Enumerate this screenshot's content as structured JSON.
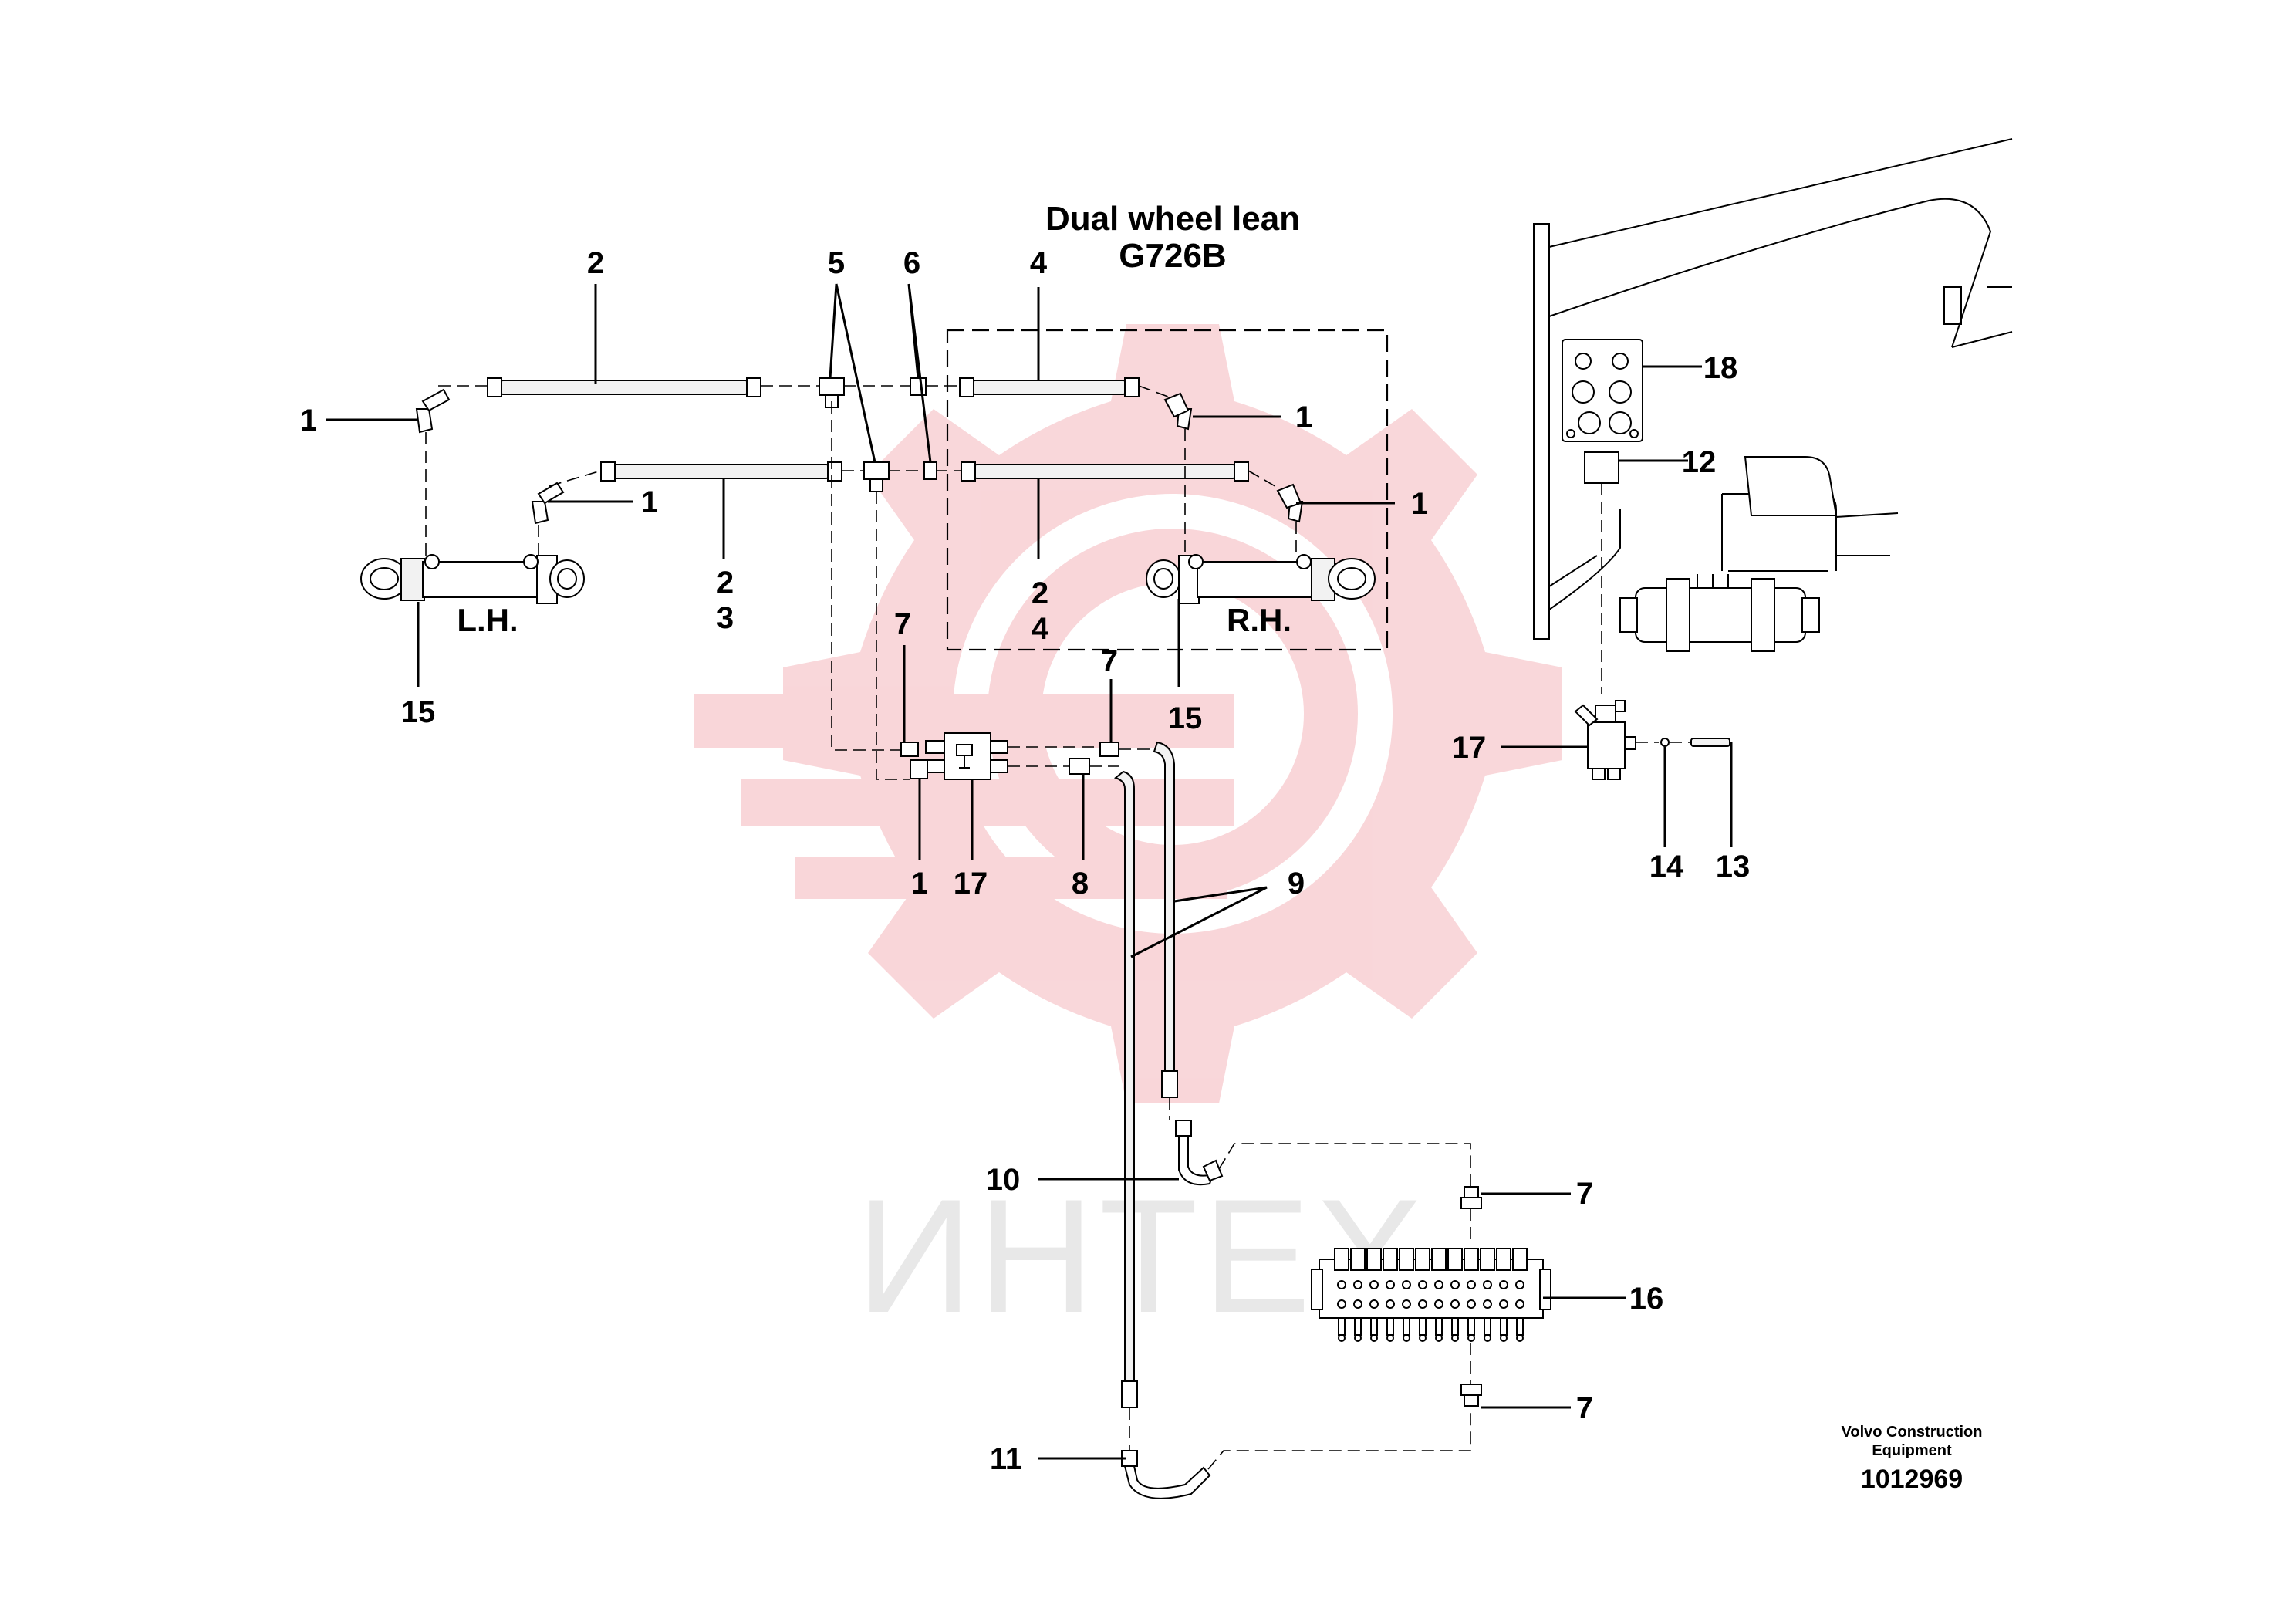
{
  "title": {
    "line1": "Dual wheel lean",
    "line2": "G726B"
  },
  "sides": {
    "left": "L.H.",
    "right": "R.H."
  },
  "callouts": {
    "c_2_top": "2",
    "c_5": "5",
    "c_6": "6",
    "c_4_top": "4",
    "c_1_left": "1",
    "c_1_mid": "1",
    "c_1_right_top": "1",
    "c_1_right_bot": "1",
    "c_2_mid": "2",
    "c_3": "3",
    "c_2_right": "2",
    "c_4_right": "4",
    "c_15_left": "15",
    "c_15_right": "15",
    "c_7_a": "7",
    "c_7_b": "7",
    "c_1_bottom": "1",
    "c_17_mid": "17",
    "c_8": "8",
    "c_9": "9",
    "c_18": "18",
    "c_12": "12",
    "c_17_right": "17",
    "c_14": "14",
    "c_13": "13",
    "c_10": "10",
    "c_7_c": "7",
    "c_16": "16",
    "c_7_d": "7",
    "c_11": "11"
  },
  "footer": {
    "company_line1": "Volvo Construction",
    "company_line2": "Equipment",
    "doc_number": "1012969"
  },
  "watermark": {
    "text": "ИНТЕХ",
    "color": "#f7c9cc"
  }
}
